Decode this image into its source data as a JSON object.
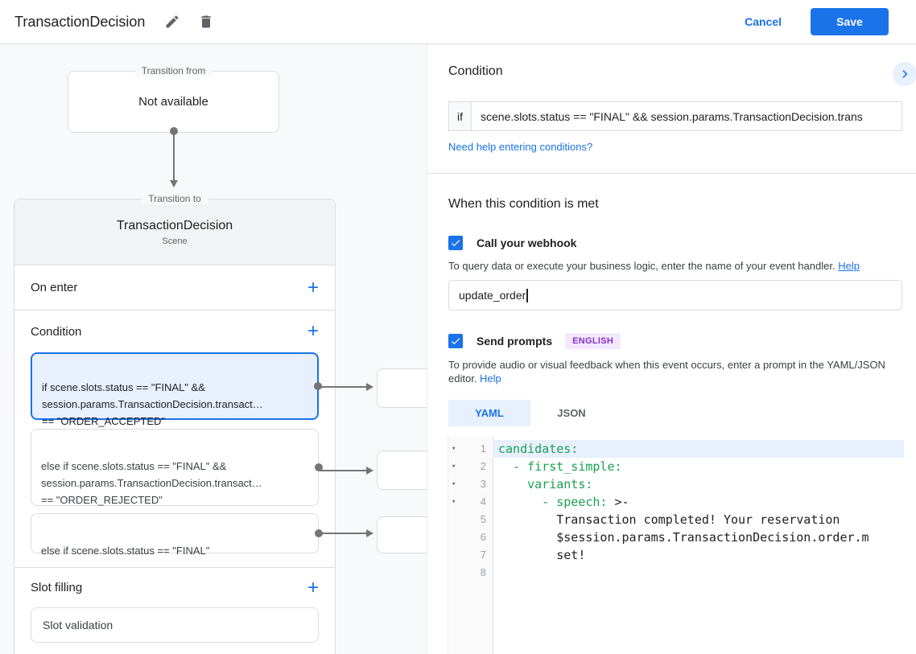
{
  "header": {
    "title": "TransactionDecision",
    "cancel_label": "Cancel",
    "save_label": "Save"
  },
  "flow": {
    "add_icon": "+",
    "transition_from": {
      "legend": "Transition from",
      "content": "Not available"
    },
    "transition_to": {
      "legend": "Transition to",
      "title": "TransactionDecision",
      "subtitle": "Scene",
      "on_enter_label": "On enter",
      "condition_label": "Condition",
      "slot_filling_label": "Slot filling",
      "slot_card_label": "Slot validation",
      "cards": [
        {
          "text": "if scene.slots.status == \"FINAL\" &&\nsession.params.TransactionDecision.transact…\n== \"ORDER_ACCEPTED\"",
          "selected": true
        },
        {
          "text": "else if scene.slots.status == \"FINAL\" &&\nsession.params.TransactionDecision.transact…\n== \"ORDER_REJECTED\"",
          "selected": false
        },
        {
          "text": "else if scene.slots.status == \"FINAL\"",
          "selected": false
        }
      ]
    }
  },
  "panel": {
    "title": "Condition",
    "if_prefix": "if",
    "if_value": "scene.slots.status == \"FINAL\" && session.params.TransactionDecision.trans",
    "conditions_help_link": "Need help entering conditions?",
    "section_title": "When this condition is met",
    "webhook": {
      "label": "Call your webhook",
      "description": "To query data or execute your business logic, enter the name of your event handler.",
      "help_link": "Help",
      "value": "update_order"
    },
    "prompts": {
      "label": "Send prompts",
      "badge": "ENGLISH",
      "description": "To provide audio or visual feedback when this event occurs, enter a prompt in the YAML/JSON editor.",
      "help_link": "Help"
    },
    "tabs": {
      "yaml": "YAML",
      "json": "JSON"
    }
  },
  "editor": {
    "fold_icon": "▾",
    "lines": [
      {
        "n": 1,
        "fold": true,
        "highlight": true,
        "segments": [
          {
            "type": "key",
            "text": "candidates:"
          }
        ]
      },
      {
        "n": 2,
        "fold": true,
        "highlight": false,
        "segments": [
          {
            "type": "key",
            "text": "  - first_simple:"
          }
        ]
      },
      {
        "n": 3,
        "fold": true,
        "highlight": false,
        "segments": [
          {
            "type": "key",
            "text": "    variants:"
          }
        ]
      },
      {
        "n": 4,
        "fold": true,
        "highlight": false,
        "segments": [
          {
            "type": "key",
            "text": "      - speech:"
          },
          {
            "type": "plain",
            "text": " >-"
          }
        ]
      },
      {
        "n": 5,
        "fold": false,
        "highlight": false,
        "segments": [
          {
            "type": "plain",
            "text": "        Transaction completed! Your reservation"
          }
        ]
      },
      {
        "n": 6,
        "fold": false,
        "highlight": false,
        "segments": [
          {
            "type": "plain",
            "text": "        $session.params.TransactionDecision.order.m"
          }
        ]
      },
      {
        "n": 7,
        "fold": false,
        "highlight": false,
        "segments": [
          {
            "type": "plain",
            "text": "        set!"
          }
        ]
      },
      {
        "n": 8,
        "fold": false,
        "highlight": false,
        "segments": []
      }
    ]
  },
  "colors": {
    "accent_blue": "#1a73e8",
    "selected_card_bg": "#e8f0fe",
    "badge_purple_text": "#8430ce",
    "badge_purple_bg": "#f3e8fd",
    "code_key_green": "#1aa053",
    "connector_gray": "#757575"
  }
}
